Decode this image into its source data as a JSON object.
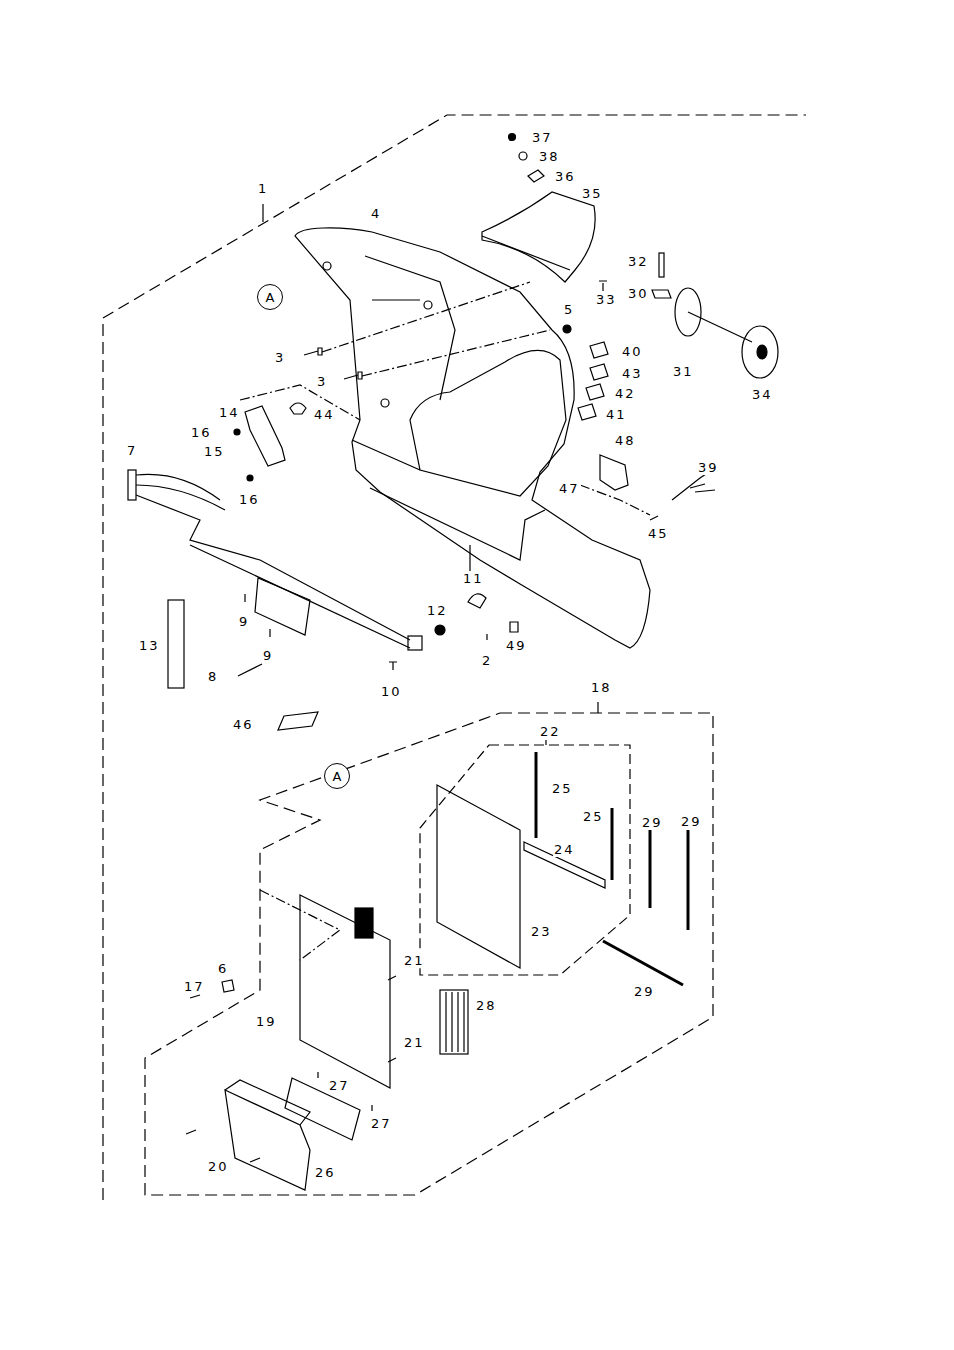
{
  "diagram": {
    "nodes": [
      {
        "text": [
          "A"
        ]
      },
      {
        "text": [
          "A"
        ]
      }
    ],
    "labels": [
      "1",
      "37",
      "38",
      "36",
      "35",
      "4",
      "32",
      "33",
      "30",
      "5",
      "3",
      "3",
      "31",
      "40",
      "43",
      "42",
      "34",
      "14",
      "44",
      "16",
      "15",
      "41",
      "7",
      "16",
      "48",
      "47",
      "39",
      "45",
      "9",
      "11",
      "12",
      "13",
      "9",
      "2",
      "49",
      "8",
      "10",
      "18",
      "46",
      "22",
      "25",
      "25",
      "29",
      "29",
      "24",
      "23",
      "6",
      "21",
      "17",
      "28",
      "19",
      "21",
      "27",
      "27",
      "29",
      "20",
      "26"
    ]
  }
}
